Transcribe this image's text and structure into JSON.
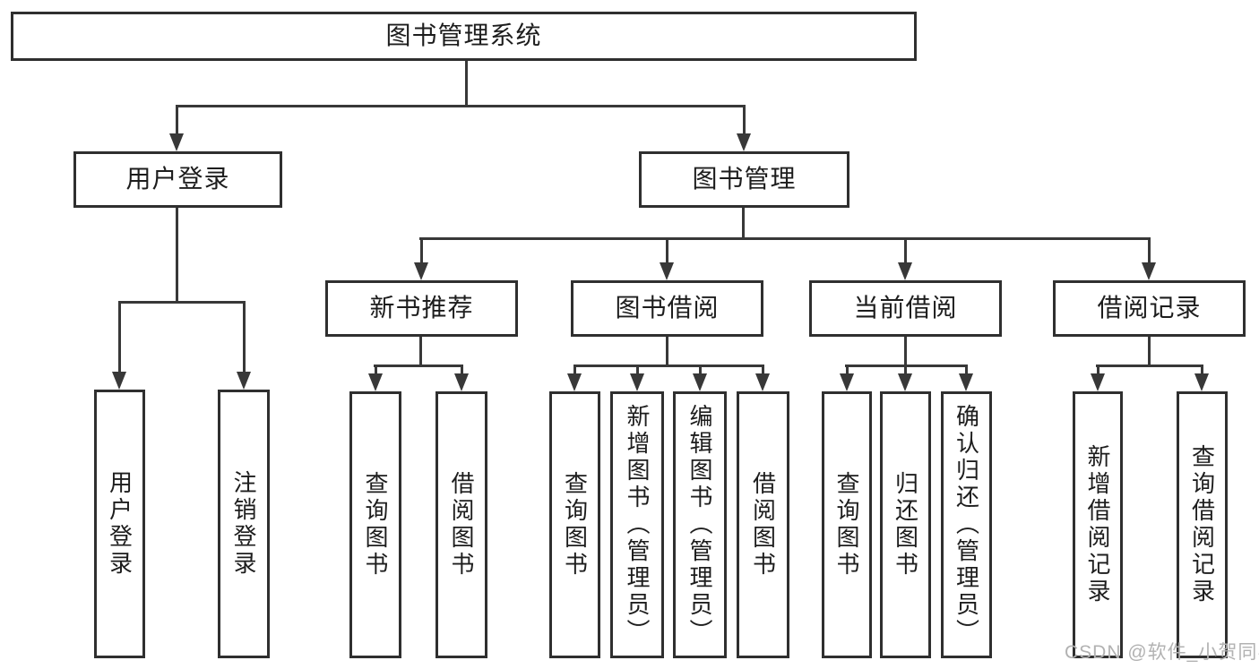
{
  "diagram_title": "图书管理系统",
  "colors": {
    "line": "#383838",
    "box_border": "#2f2f2f",
    "text": "#1d1d1d",
    "watermark": "#b2b2b2",
    "background": "#ffffff"
  },
  "nodes": {
    "root": {
      "label": "图书管理系统"
    },
    "user_login_branch": {
      "label": "用户登录"
    },
    "book_management": {
      "label": "图书管理"
    },
    "new_book_recommend": {
      "label": "新书推荐"
    },
    "book_borrowing": {
      "label": "图书借阅"
    },
    "current_borrowing": {
      "label": "当前借阅"
    },
    "borrowing_records": {
      "label": "借阅记录"
    },
    "login": {
      "label": "用户登录"
    },
    "logout": {
      "label": "注销登录"
    },
    "recommend_query_books": {
      "label": "查询图书"
    },
    "recommend_borrow_books": {
      "label": "借阅图书"
    },
    "borrowing_query_books": {
      "label": "查询图书"
    },
    "borrowing_add_books": {
      "label": "新增图书（管理员）"
    },
    "borrowing_edit_books": {
      "label": "编辑图书（管理员）"
    },
    "borrowing_borrow_books": {
      "label": "借阅图书"
    },
    "current_query_books": {
      "label": "查询图书"
    },
    "current_return_books": {
      "label": "归还图书"
    },
    "current_confirm_return": {
      "label": "确认归还（管理员）"
    },
    "records_add_record": {
      "label": "新增借阅记录"
    },
    "records_query_record": {
      "label": "查询借阅记录"
    }
  },
  "hierarchy": {
    "图书管理系统": {
      "用户登录": [
        "用户登录",
        "注销登录"
      ],
      "图书管理": {
        "新书推荐": [
          "查询图书",
          "借阅图书"
        ],
        "图书借阅": [
          "查询图书",
          "新增图书（管理员）",
          "编辑图书（管理员）",
          "借阅图书"
        ],
        "当前借阅": [
          "查询图书",
          "归还图书",
          "确认归还（管理员）"
        ],
        "借阅记录": [
          "新增借阅记录",
          "查询借阅记录"
        ]
      }
    }
  },
  "watermark": {
    "text": "CSDN @软件_小贺同学"
  }
}
